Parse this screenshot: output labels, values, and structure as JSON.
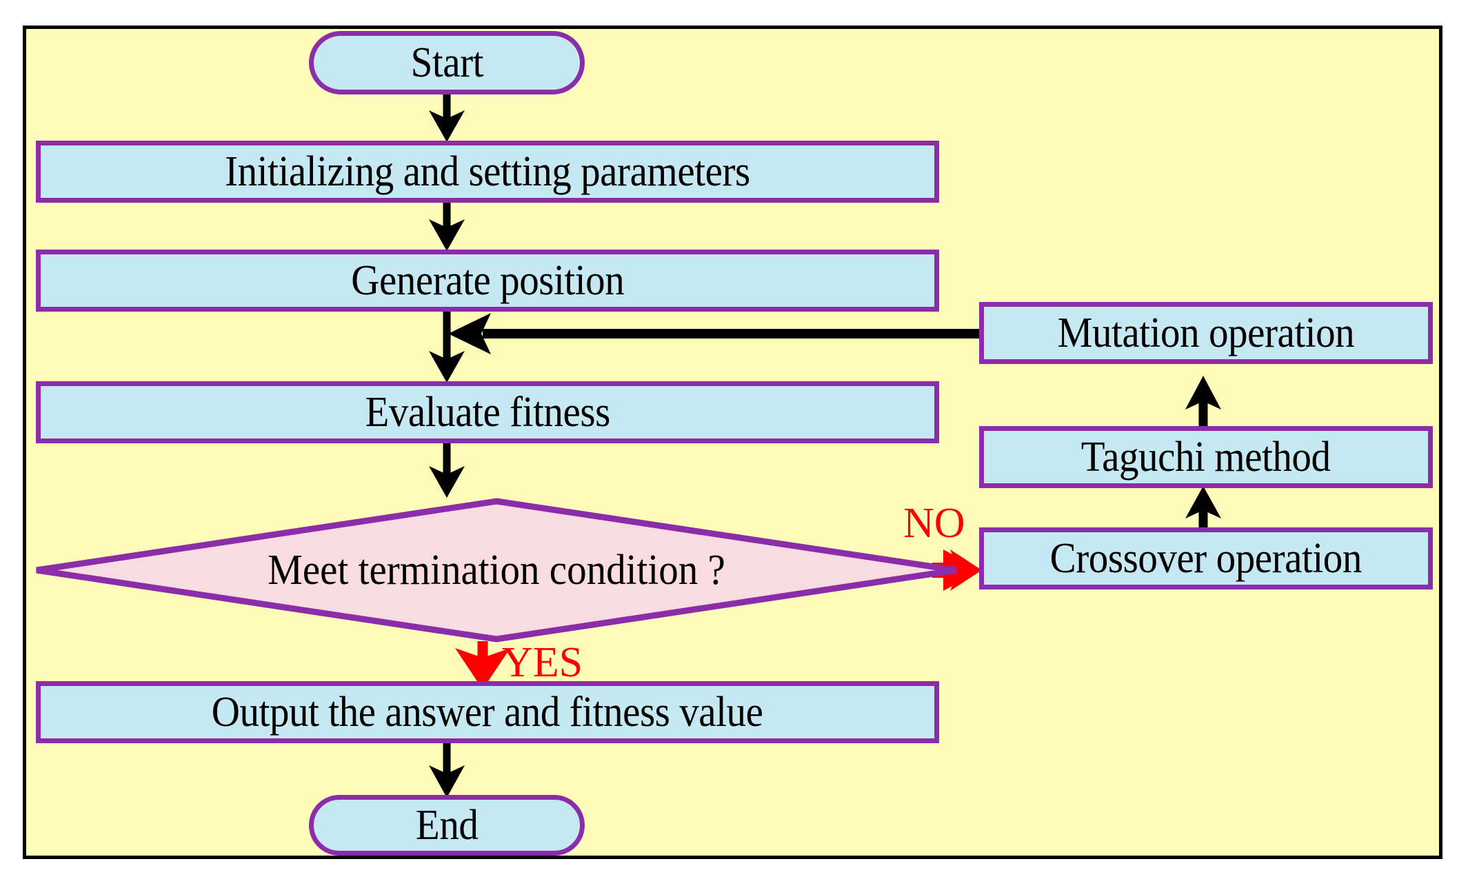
{
  "figure": {
    "type": "flowchart",
    "title": "Taguchi-based genetic algorithm flowchart",
    "background_color": "#FEFCB8",
    "frame_color": "#000000",
    "node_fill": "#C6E8F2",
    "node_border": "#8B2CA8",
    "decision_fill": "#F9DCE2",
    "accent_color": "#FF0000",
    "connector_color": "#000000"
  },
  "nodes": {
    "start": {
      "label": "Start",
      "shape": "terminator"
    },
    "init": {
      "label": "Initializing and setting parameters",
      "shape": "process"
    },
    "generate": {
      "label": "Generate position",
      "shape": "process"
    },
    "evaluate": {
      "label": "Evaluate fitness",
      "shape": "process"
    },
    "decision": {
      "label": "Meet termination condition ?",
      "shape": "decision"
    },
    "output": {
      "label": "Output the answer and fitness value",
      "shape": "process"
    },
    "end": {
      "label": "End",
      "shape": "terminator"
    },
    "crossover": {
      "label": "Crossover operation",
      "shape": "process"
    },
    "taguchi": {
      "label": "Taguchi method",
      "shape": "process"
    },
    "mutation": {
      "label": "Mutation operation",
      "shape": "process"
    }
  },
  "edge_labels": {
    "no": "NO",
    "yes": "YES"
  },
  "edges": [
    {
      "from": "start",
      "to": "init",
      "label": ""
    },
    {
      "from": "init",
      "to": "generate",
      "label": ""
    },
    {
      "from": "generate",
      "to": "evaluate",
      "label": ""
    },
    {
      "from": "evaluate",
      "to": "decision",
      "label": ""
    },
    {
      "from": "decision",
      "to": "crossover",
      "label": "NO"
    },
    {
      "from": "crossover",
      "to": "taguchi",
      "label": ""
    },
    {
      "from": "taguchi",
      "to": "mutation",
      "label": ""
    },
    {
      "from": "mutation",
      "to": "generate",
      "label": ""
    },
    {
      "from": "decision",
      "to": "output",
      "label": "YES"
    },
    {
      "from": "output",
      "to": "end",
      "label": ""
    }
  ]
}
